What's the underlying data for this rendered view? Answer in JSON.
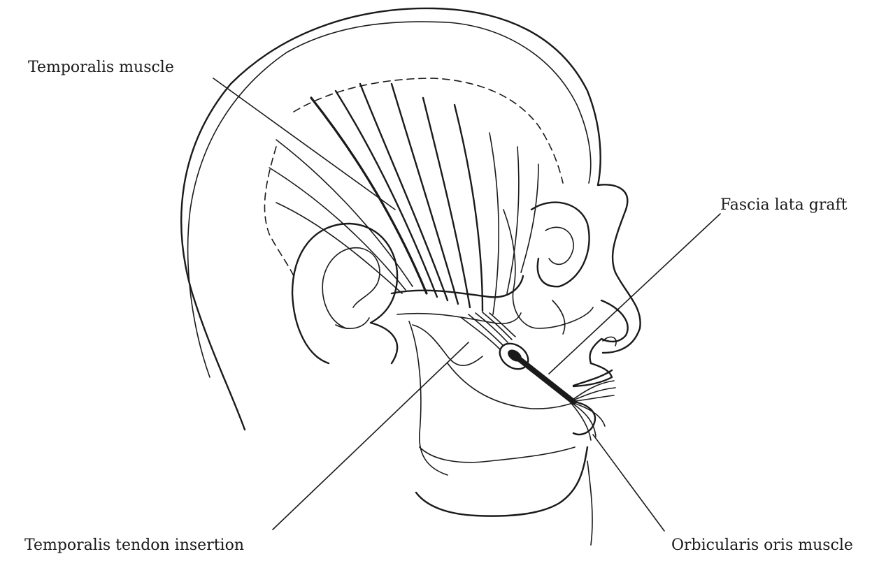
{
  "labels": {
    "temporalis_muscle": "Temporalis muscle",
    "fascia_lata_graft": "Fascia lata graft",
    "temporalis_tendon_insertion": "Temporalis tendon insertion",
    "orbicularis_oris_muscle": "Orbicularis oris muscle"
  },
  "colors": {
    "ink": "#1a1a1a",
    "background": "#ffffff"
  }
}
